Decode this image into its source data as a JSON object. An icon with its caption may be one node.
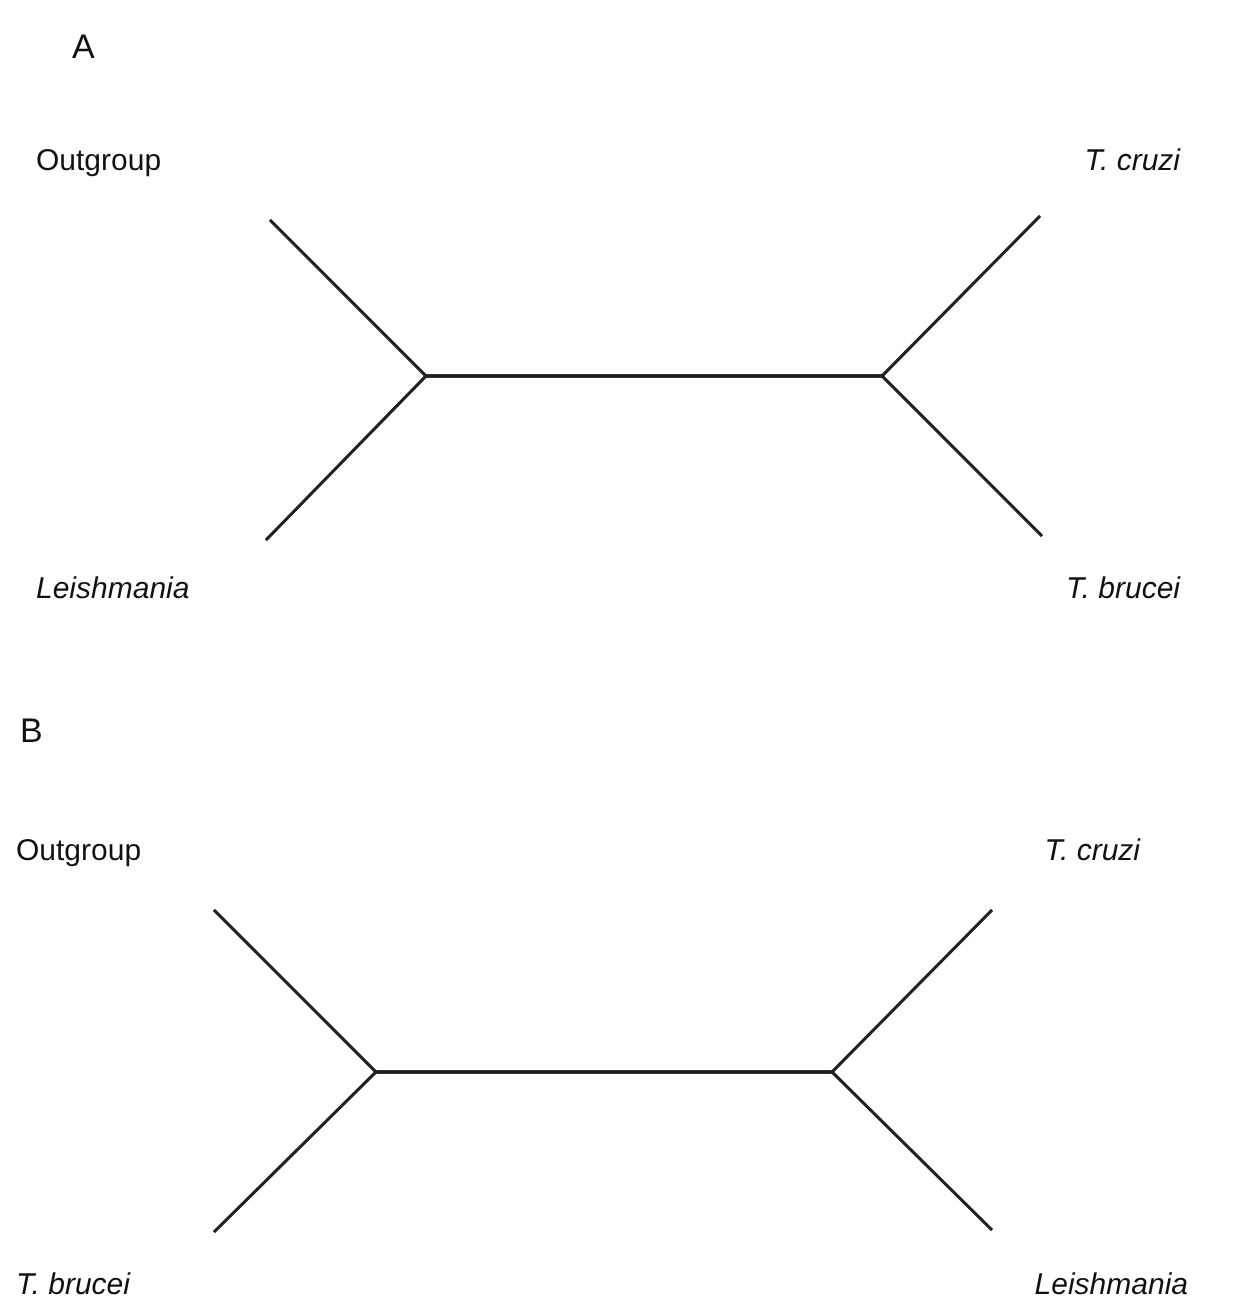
{
  "diagram": {
    "nodes": [
      {
        "text": [
          "Outgroup"
        ]
      },
      {
        "text": [
          "T. cruzi"
        ]
      },
      {
        "text": [
          "Leishmania"
        ]
      },
      {
        "text": [
          "T. brucei"
        ]
      },
      {
        "text": [
          "Outgroup"
        ]
      },
      {
        "text": [
          "T. cruzi"
        ]
      },
      {
        "text": [
          "T. brucei"
        ]
      },
      {
        "text": [
          "Leishmania"
        ]
      }
    ],
    "edges": [
      {
        "from": 0,
        "to": 1,
        "arrow": "none"
      },
      {
        "from": 0,
        "to": 3,
        "arrow": "none"
      },
      {
        "from": 2,
        "to": 1,
        "arrow": "none"
      },
      {
        "from": 2,
        "to": 3,
        "arrow": "none"
      },
      {
        "from": 4,
        "to": 5,
        "arrow": "none"
      },
      {
        "from": 4,
        "to": 7,
        "arrow": "none"
      },
      {
        "from": 6,
        "to": 5,
        "arrow": "none"
      },
      {
        "from": 6,
        "to": 7,
        "arrow": "none"
      }
    ],
    "labels": [
      "A",
      "B"
    ]
  }
}
